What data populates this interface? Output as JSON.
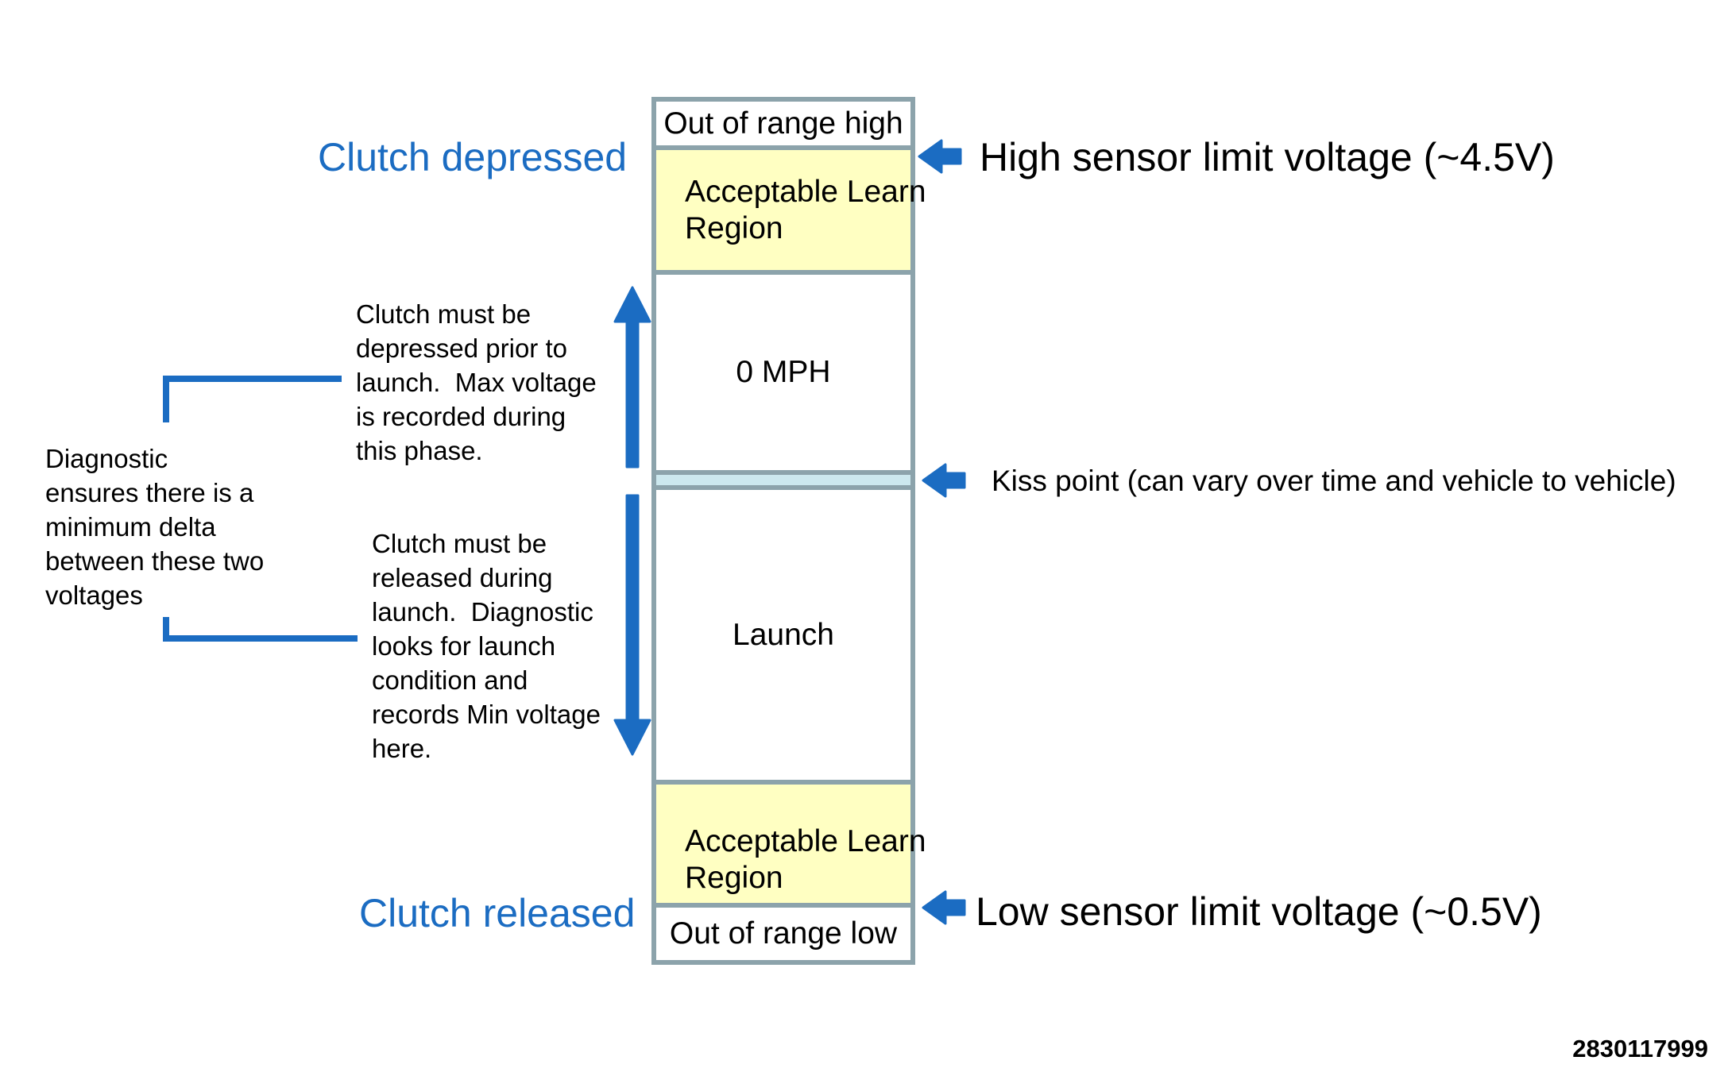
{
  "colors": {
    "accent": "#1b6cc2",
    "border": "#8ca3ab",
    "yellow": "#ffffc2",
    "kiss": "#cce8ee",
    "text": "#000000"
  },
  "labels": {
    "clutch_depressed": "Clutch depressed",
    "clutch_released": "Clutch released",
    "high_limit": "High sensor limit voltage (~4.5V)",
    "kiss_point": "Kiss point (can vary over time and vehicle to vehicle)",
    "low_limit": "Low sensor limit voltage (~0.5V)"
  },
  "notes": {
    "depress": "Clutch must be\ndepressed prior to\nlaunch.  Max voltage\nis recorded during\nthis phase.",
    "release": "Clutch must be\nreleased during\nlaunch.  Diagnostic\nlooks for launch\ncondition and\nrecords Min voltage\nhere.",
    "delta": "Diagnostic\nensures there is a\nminimum delta\nbetween these two\nvoltages"
  },
  "column": {
    "segments": [
      {
        "label": "Out of range high",
        "type": "white"
      },
      {
        "label": "Acceptable Learn\nRegion",
        "type": "yellow"
      },
      {
        "label": "0 MPH",
        "type": "white"
      },
      {
        "label": "",
        "type": "kiss-band"
      },
      {
        "label": "Launch",
        "type": "white"
      },
      {
        "label": "Acceptable Learn\nRegion",
        "type": "yellow"
      },
      {
        "label": "Out of range low",
        "type": "white"
      }
    ]
  },
  "footer": {
    "doc_number": "2830117999"
  }
}
